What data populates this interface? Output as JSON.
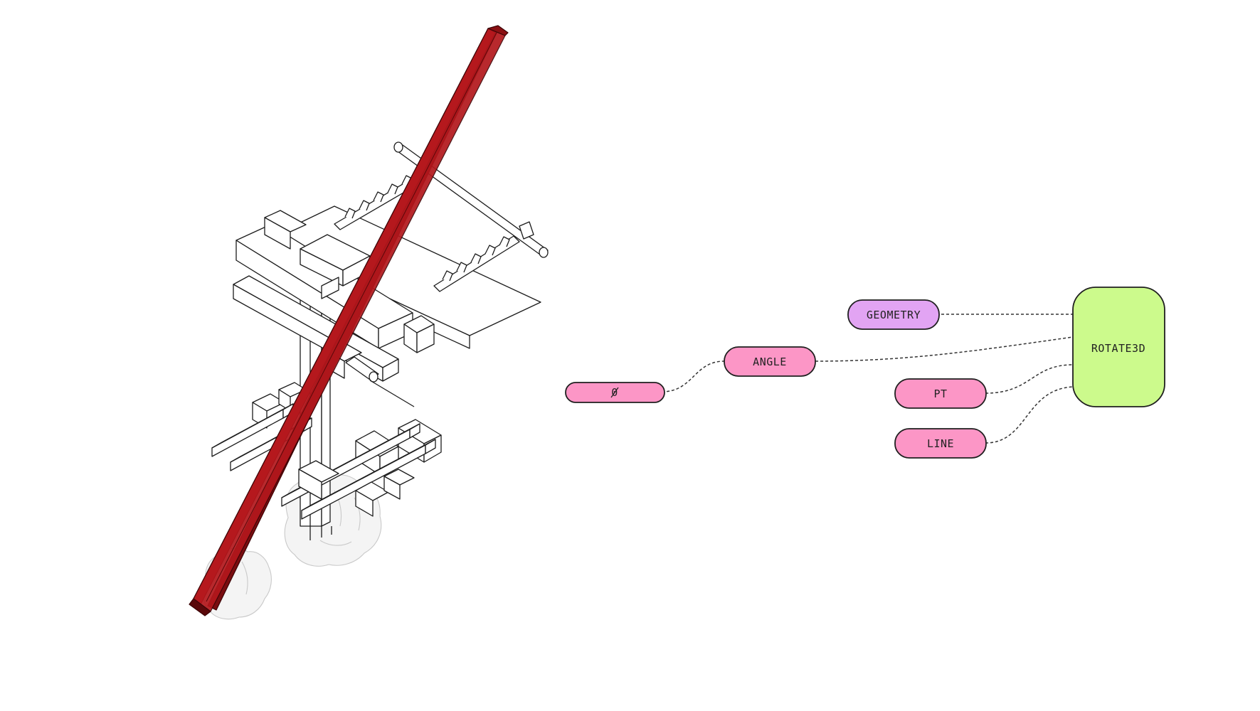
{
  "nodes": {
    "zero": {
      "label": "0"
    },
    "angle": {
      "label": "ANGLE"
    },
    "geometry": {
      "label": "GEOMETRY"
    },
    "pt": {
      "label": "PT"
    },
    "line": {
      "label": "LINE"
    },
    "rotate3d": {
      "label": "ROTATE3D"
    }
  },
  "colors": {
    "pink_node": "#fc96c6",
    "violet_node": "#e2a4f3",
    "green_node": "#ccfa8c",
    "rotated_beam": "#b3171c",
    "rotated_beam_dark": "#7a0d10",
    "rotated_beam_light": "#d9262b"
  },
  "icons": {
    "zero_glyph": "slashed-zero"
  }
}
